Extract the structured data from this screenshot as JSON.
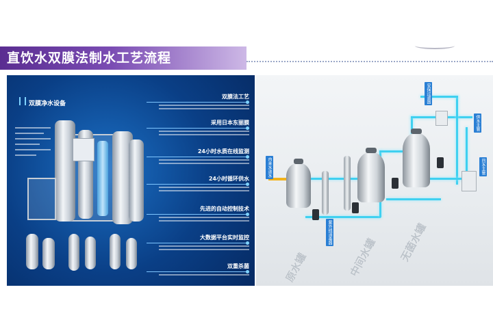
{
  "slide": {
    "title": "直饮水双膜法制水工艺流程"
  },
  "left_panel": {
    "heading": "双膜净水设备",
    "features": [
      {
        "title": "双膜法工艺"
      },
      {
        "title": "采用日本东丽膜"
      },
      {
        "title": "24小时水质在线监测"
      },
      {
        "title": "24小时循环供水"
      },
      {
        "title": "先进的自动控制技术"
      },
      {
        "title": "大数据平台实时监控"
      },
      {
        "title": "双重杀菌"
      }
    ]
  },
  "right_panel": {
    "tank_labels": [
      "原水罐",
      "中间水罐",
      "无菌水罐"
    ],
    "tags": [
      "自来水进水",
      "紫外线消毒器",
      "安保过滤器",
      "供水主管",
      "回水主管"
    ],
    "colors": {
      "pipe": "#3fd0f0",
      "inlet_pipe": "#f2b21b",
      "tag": "#2a7fd4",
      "title_purple": "#5a2d91"
    }
  }
}
